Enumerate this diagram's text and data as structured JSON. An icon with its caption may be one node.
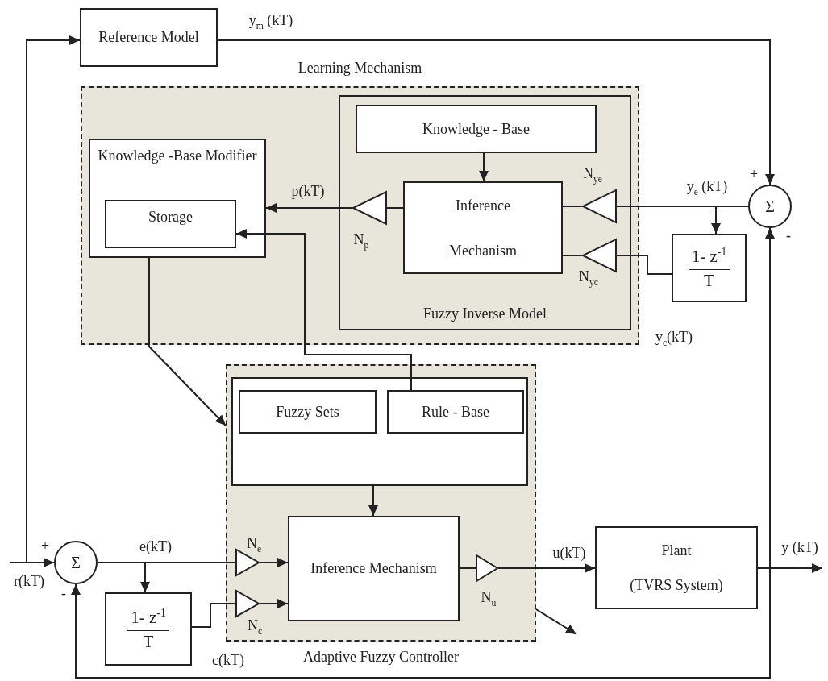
{
  "diagram": {
    "nodes": [
      {
        "text": [
          "Reference Model"
        ]
      },
      {
        "text": [
          "Learning Mechanism"
        ]
      },
      {
        "text": [
          "Knowledge -Base Modifier"
        ],
        "in": 1
      },
      {
        "text": [
          "Storage"
        ],
        "in": 2
      },
      {
        "text": [
          "Fuzzy Inverse Model"
        ],
        "in": 1
      },
      {
        "text": [
          "Knowledge - Base"
        ],
        "in": 4
      },
      {
        "text": [
          "Inference Mechanism"
        ],
        "in": 4
      },
      {
        "text": [],
        "shape": "triangle",
        "in": 4,
        "beside": [
          "N$_{p}$"
        ]
      },
      {
        "text": [],
        "shape": "triangle",
        "in": 4,
        "beside": [
          "N$_{ye}$"
        ]
      },
      {
        "text": [],
        "shape": "triangle",
        "in": 4,
        "beside": [
          "N$_{yc}$"
        ]
      },
      {
        "text": [
          "Σ"
        ]
      },
      {
        "text": [
          "1- z$^{-1}$",
          "T"
        ]
      },
      {
        "text": [
          "Adaptive Fuzzy Controller"
        ]
      },
      {
        "text": [],
        "shape": "box",
        "in": 12
      },
      {
        "text": [
          "Fuzzy Sets"
        ],
        "in": 13
      },
      {
        "text": [
          "Rule - Base"
        ],
        "in": 13
      },
      {
        "text": [
          "Inference Mechanism"
        ],
        "in": 12
      },
      {
        "text": [],
        "shape": "triangle",
        "in": 12,
        "beside": [
          "N$_{e}$"
        ]
      },
      {
        "text": [],
        "shape": "triangle",
        "in": 12,
        "beside": [
          "N$_{c}$"
        ]
      },
      {
        "text": [],
        "shape": "triangle",
        "in": 12,
        "beside": [
          "N$_{u}$"
        ]
      },
      {
        "text": [
          "Σ"
        ]
      },
      {
        "text": [
          "1- z$^{-1}$",
          "T"
        ]
      },
      {
        "text": [
          "Plant",
          "(TVRS System)"
        ]
      }
    ],
    "edges": [
      {
        "from": null,
        "to": 20,
        "arrow": "to",
        "label": "r(kT)"
      },
      {
        "from": null,
        "to": 0,
        "arrow": "to"
      },
      {
        "from": 0,
        "to": 10,
        "arrow": "to",
        "label": "y$_{m}$ (kT)"
      },
      {
        "from": 10,
        "to": 8,
        "arrow": "none",
        "label": "y$_{e}$ (kT)"
      },
      {
        "from": 10,
        "to": 11,
        "arrow": "to"
      },
      {
        "from": 11,
        "to": 9,
        "arrow": "none"
      },
      {
        "from": 8,
        "to": 6,
        "arrow": "none"
      },
      {
        "from": 9,
        "to": 6,
        "arrow": "none"
      },
      {
        "from": 5,
        "to": 6,
        "arrow": "to"
      },
      {
        "from": 6,
        "to": 7,
        "arrow": "none"
      },
      {
        "from": 7,
        "to": 2,
        "arrow": "to",
        "label": "p(kT)"
      },
      {
        "from": 15,
        "to": 3,
        "arrow": "to"
      },
      {
        "from": 2,
        "to": 12,
        "arrow": "to"
      },
      {
        "from": 13,
        "to": 16,
        "arrow": "to"
      },
      {
        "from": 20,
        "to": 17,
        "arrow": "none",
        "label": "e(kT)"
      },
      {
        "from": 20,
        "to": 21,
        "arrow": "to"
      },
      {
        "from": 21,
        "to": 18,
        "arrow": "none"
      },
      {
        "from": 17,
        "to": 16,
        "arrow": "to"
      },
      {
        "from": 18,
        "to": 16,
        "arrow": "to"
      },
      {
        "from": 16,
        "to": 19,
        "arrow": "none"
      },
      {
        "from": 19,
        "to": 22,
        "arrow": "to",
        "label": "u(kT)"
      },
      {
        "from": 22,
        "to": null,
        "arrow": "to",
        "label": "y (kT)"
      },
      {
        "from": 22,
        "to": 20,
        "arrow": "to"
      },
      {
        "from": 22,
        "to": 10,
        "arrow": "to"
      },
      {
        "from": 12,
        "to": null,
        "arrow": "to"
      }
    ],
    "labels": [
      "+",
      "-",
      "y$_{c}$(kT)",
      "+",
      "-",
      "c(kT)"
    ]
  }
}
